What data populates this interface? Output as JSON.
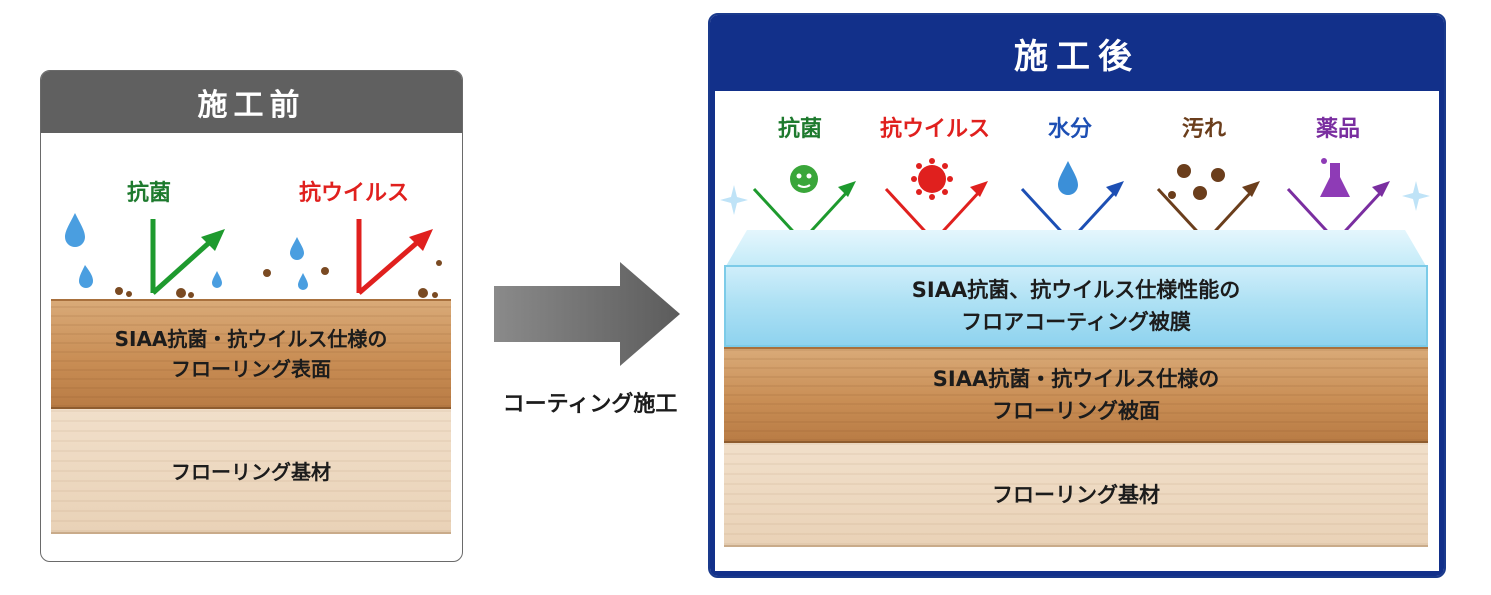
{
  "before": {
    "title": "施工前",
    "labels": {
      "antibacterial": "抗菌",
      "antiviral": "抗ウイルス"
    },
    "surface_layer": {
      "line1": "SIAA抗菌・抗ウイルス仕様の",
      "line2": "フローリング表面"
    },
    "base_layer": "フローリング基材"
  },
  "middle": {
    "label": "コーティング施工"
  },
  "after": {
    "title": "施工後",
    "labels": [
      "抗菌",
      "抗ウイルス",
      "水分",
      "汚れ",
      "薬品"
    ],
    "coating_layer": {
      "line1": "SIAA抗菌、抗ウイルス仕様性能の",
      "line2": "フロアコーティング被膜"
    },
    "surface_layer": {
      "line1": "SIAA抗菌・抗ウイルス仕様の",
      "line2": "フローリング被面"
    },
    "base_layer": "フローリング基材"
  },
  "colors": {
    "before_header": "#606060",
    "after_header": "#12308a",
    "antibacterial": "#1e7a2e",
    "antiviral": "#e0201e",
    "water": "#1d4fb4",
    "dirt": "#6b3e1c",
    "chemical": "#7a2ea0"
  }
}
